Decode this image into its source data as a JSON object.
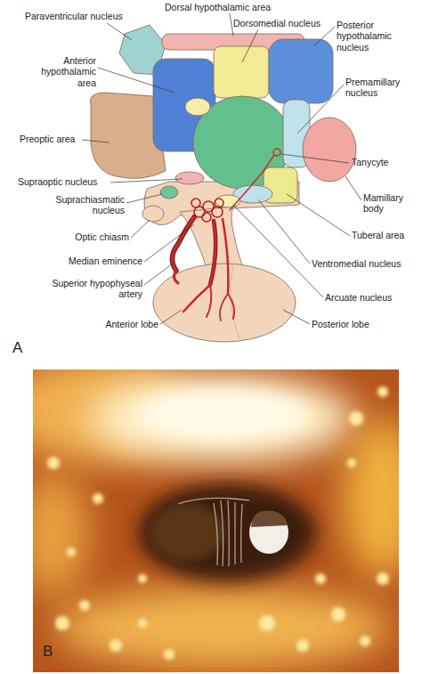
{
  "diagram": {
    "labels": [
      "Dorsal hypothalamic area",
      "Paraventricular nucleus",
      "Dorsomedial nucleus",
      "Posterior hypothalamic nucleus",
      "Anterior hypothalamic area",
      "Premamillary nucleus",
      "Preoptic area",
      "Tanycyte",
      "Supraoptic nucleus",
      "Mamillary body",
      "Suprachiasmatic nucleus",
      "Tuberal area",
      "Optic chiasm",
      "Ventromedial nucleus",
      "Median eminence",
      "Arcuate nucleus",
      "Superior hypophyseal artery",
      "Anterior lobe",
      "Posterior lobe",
      "A",
      "B"
    ]
  }
}
